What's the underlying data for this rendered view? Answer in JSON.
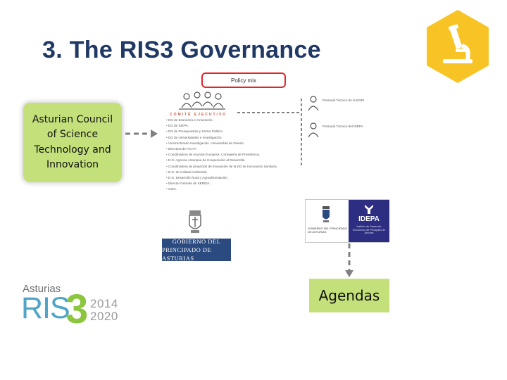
{
  "header": {
    "title": "3. The RIS3 Governance"
  },
  "policy_box": {
    "label": "Policy mix"
  },
  "council": {
    "label": "Asturian Council of Science Technology and Innovation"
  },
  "executive_committee": {
    "heading": "COMITÉ EJECUTIVO",
    "members": [
      "DG de Economía e Innovación.",
      "DG de IDEPA.",
      "DG de Presupuestos y Sector Público.",
      "DG de Universidades e Investigación.",
      "Vicerrectorado Investigación. Universidad de Oviedo.",
      "Directora de FICYT.",
      "Coordinadora de Asuntos Europeos. Consejería de Presidencia.",
      "D.G. Agencia Asturiana de Cooperación al Desarrollo.",
      "Coordinadora de proyectos de innovación de la DG de Innovación Sanitaria.",
      "D.G. de Calidad Ambiental.",
      "D.G. Desarrollo Rural y Agroalimentación.",
      "Director Gerente de SERIDA.",
      "CSIC."
    ]
  },
  "staff": {
    "item1": "Personal Técnico de la DGEI",
    "item2": "Personal Técnico del IDEPA"
  },
  "government": {
    "line1": "GOBIERNO DEL",
    "line2": "PRINCIPADO DE ASTURIAS"
  },
  "partner_logos": {
    "gov_text": "Gobierno del Principado de Asturias",
    "idepa_name": "IDEPA",
    "idepa_sub": "Instituto de Desarrollo Económico del Principado de Asturias"
  },
  "agendas": {
    "label": "Agendas"
  },
  "brand": {
    "region": "Asturias",
    "ris": "RIS",
    "three": "3",
    "year_start": "2014",
    "year_end": "2020"
  },
  "colors": {
    "title": "#1f3864",
    "hex_icon": "#f7c325",
    "council_fill": "#c4e07a",
    "policy_border": "#e0262a",
    "arrow": "#808080",
    "gov_blue": "#2b4a80",
    "idepa_blue": "#2d2e81",
    "ris_blue": "#4fa4c7",
    "ris_green": "#8cc63f"
  },
  "icons": [
    "microscope-icon",
    "people-group-icon",
    "person-icon",
    "coat-of-arms-icon"
  ]
}
